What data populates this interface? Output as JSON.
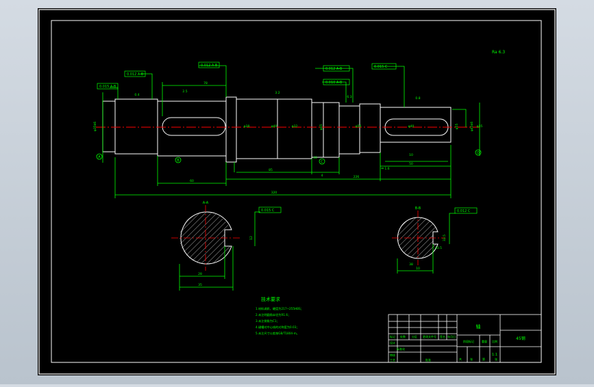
{
  "colors": {
    "background": "#000000",
    "frame": "#ffffff",
    "outline": "#ffffff",
    "dimension": "#00ff00",
    "centerline": "#ff0000",
    "hatch": "#ffffff",
    "viewport": "#c8d0d8"
  },
  "drawing": {
    "roughness_note": "Ra 6.3",
    "section_a_label": "A-A",
    "section_b_label": "B-B",
    "technical_requirements": {
      "title": "技术要求",
      "items": [
        "1.材料调质，硬度为217~255HBS；",
        "2.未注明圆角半径为R1.6；",
        "3.未注倒角为C1；",
        "4.键槽对中心线的对称度为0.03；",
        "5.未注尺寸公差按GB/T1804-m。"
      ]
    },
    "title_block": {
      "part_name": "轴",
      "material": "45钢",
      "scale": "1:1",
      "cells": [
        "标记",
        "处数",
        "分区",
        "更改文件号",
        "签名",
        "年月日",
        "设计",
        "标准化",
        "审核",
        "工艺",
        "批准",
        "阶段标记",
        "重量",
        "比例",
        "共",
        "张",
        "第",
        "张"
      ]
    },
    "tolerance_frames": [
      "0.012 A-B",
      "0.015 A-B",
      "0.012 A-B",
      "0.012 A-B",
      "0.010 A-B",
      "0.015 C",
      "0.012 C"
    ],
    "dimensions": [
      "φ35k6",
      "φ40",
      "φ45",
      "φ50",
      "φ55",
      "φ45k6",
      "φ38",
      "φ32",
      "φ40",
      "φ35",
      "60",
      "78",
      "85",
      "50",
      "320",
      "226",
      "40",
      "10",
      "8",
      "4",
      "35",
      "12",
      "28",
      "10",
      "38",
      "32.5",
      "43.5",
      "0.4",
      "2.5",
      "3.2",
      "6.3",
      "0.8",
      "1.6"
    ],
    "datum_labels": [
      "A",
      "B",
      "C",
      "D"
    ]
  }
}
